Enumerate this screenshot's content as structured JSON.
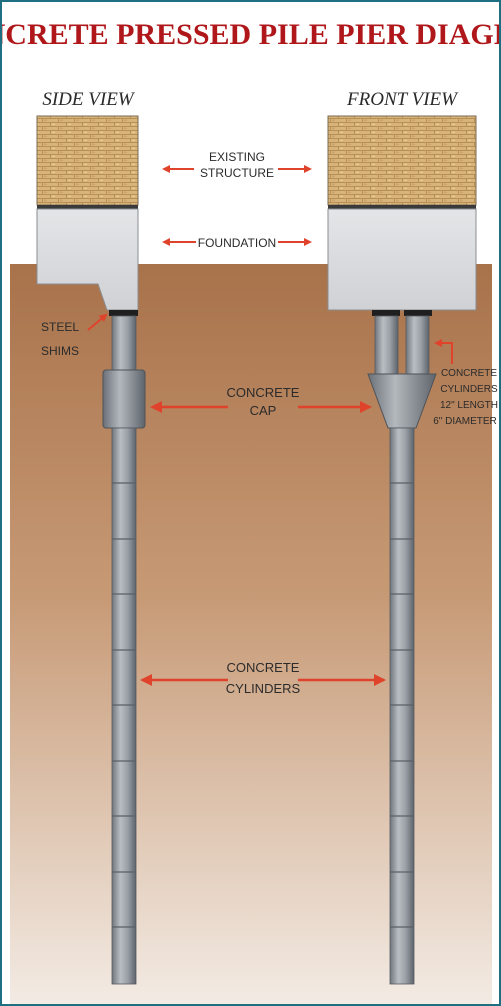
{
  "title": "CONCRETE PRESSED PILE PIER DIAGRAM",
  "views": {
    "side": "SIDE VIEW",
    "front": "FRONT VIEW"
  },
  "labels": {
    "existing_structure": [
      "EXISTING",
      "STRUCTURE"
    ],
    "foundation": "FOUNDATION",
    "steel_shims": [
      "STEEL",
      "SHIMS"
    ],
    "concrete_cap": [
      "CONCRETE",
      "CAP"
    ],
    "concrete_cylinders_spec": [
      "CONCRETE",
      "CYLINDERS",
      "12\" LENGTH",
      "6\" DIAMETER"
    ],
    "concrete_cylinders": [
      "CONCRETE",
      "CYLINDERS"
    ]
  },
  "colors": {
    "title": "#b0171b",
    "arrow": "#e0432b",
    "frame": "#1f6f83",
    "soil_top": "#a8724a",
    "soil_bottom": "#f2e8e0",
    "brick": "#d9b57c",
    "foundation": "#d9dadc",
    "pile": "#8f959c"
  }
}
